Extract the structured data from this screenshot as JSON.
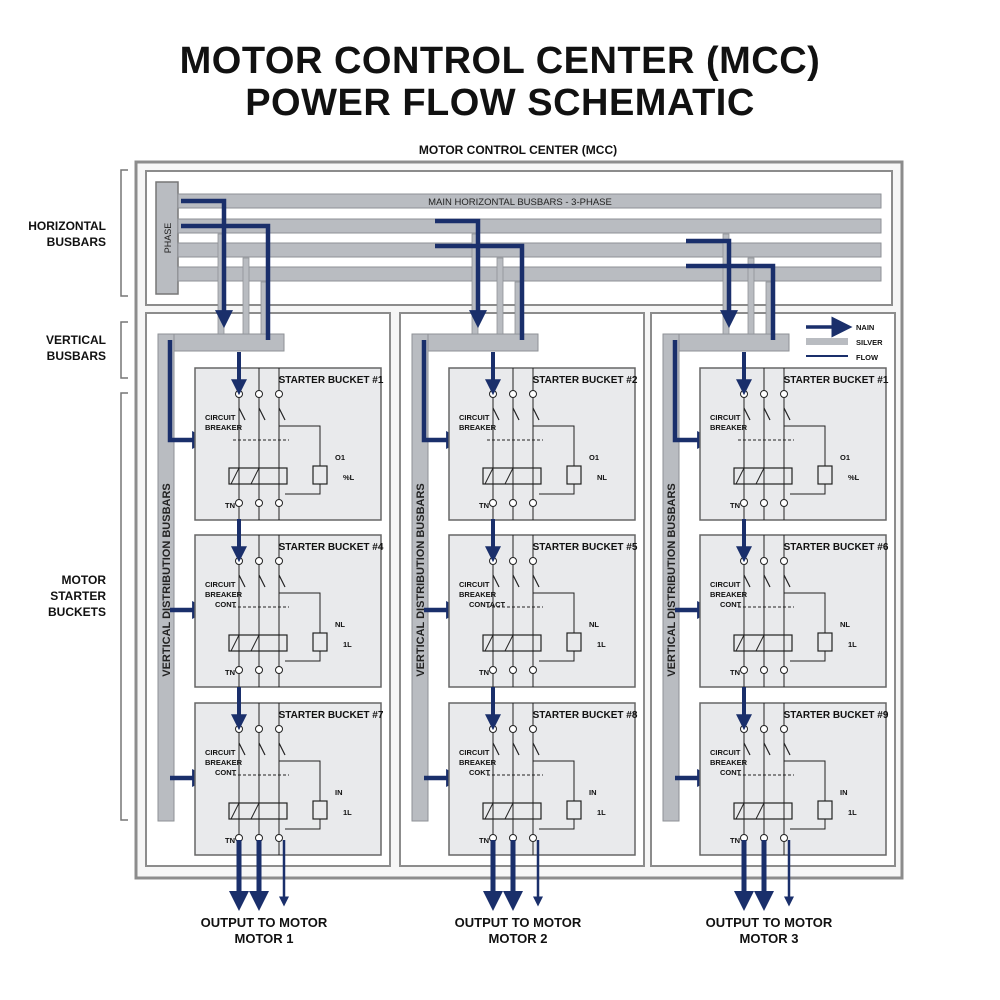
{
  "title_line1": "MOTOR CONTROL CENTER (MCC)",
  "title_line2": "POWER FLOW SCHEMATIC",
  "enclosure_label": "MOTOR CONTROL CENTER (MCC)",
  "busbar_label": "MAIN HORIZONTAL BUSBARS - 3-PHASE",
  "phase_label": "PHASE",
  "side_labels": {
    "horizontal": [
      "HORIZONTAL",
      "BUSBARS"
    ],
    "vertical": [
      "VERTICAL",
      "BUSBARS"
    ],
    "buckets": [
      "MOTOR",
      "STARTER",
      "BUCKETS"
    ]
  },
  "vertical_distribution_label": "VERTICAL DISTRIBUTION BUSBARS",
  "legend": [
    "NAIN",
    "SILVER",
    "FLOW"
  ],
  "colors": {
    "main_flow": "#1a2f6b",
    "silver": "#b9bcc1",
    "bucket_fill": "#e9eaec",
    "frame": "#8c8c8c"
  },
  "columns": [
    {
      "buckets": [
        {
          "title": "STARTER BUCKET #1",
          "l1": "CIRCUIT",
          "l2": "BREAKER",
          "tn": "TN",
          "r1": "O1",
          "r2": "%L"
        },
        {
          "title": "STARTER BUCKET #4",
          "l1": "CIRCUIT",
          "l2": "BREAKER",
          "cont": "CONT",
          "tn": "TN",
          "r1": "NL",
          "r2": "1L"
        },
        {
          "title": "STARTER BUCKET #7",
          "l1": "CIRCUIT",
          "l2": "BREAKER",
          "cont": "CONT",
          "tn": "TN",
          "r1": "IN",
          "r2": "1L"
        }
      ],
      "output": [
        "OUTPUT TO MOTOR",
        "MOTOR 1"
      ]
    },
    {
      "buckets": [
        {
          "title": "STARTER BUCKET #2",
          "l1": "CIRCUIT",
          "l2": "BREAKER",
          "tn": "TN",
          "r1": "O1",
          "r2": "NL"
        },
        {
          "title": "STARTER BUCKET #5",
          "l1": "CIRCUIT",
          "l2": "BREAKER",
          "cont": "CONTACT",
          "tn": "TN",
          "r1": "NL",
          "r2": "1L"
        },
        {
          "title": "STARTER BUCKET #8",
          "l1": "CIRCUIT",
          "l2": "BREAKER",
          "cont": "COKT",
          "tn": "TN",
          "r1": "IN",
          "r2": "1L"
        }
      ],
      "output": [
        "OUTPUT TO MOTOR",
        "MOTOR 2"
      ]
    },
    {
      "buckets": [
        {
          "title": "STARTER BUCKET #1",
          "l1": "CIRCUIT",
          "l2": "BREAKER",
          "tn": "TN",
          "r1": "O1",
          "r2": "%L"
        },
        {
          "title": "STARTER BUCKET #6",
          "l1": "CIRCUIT",
          "l2": "BREAKER",
          "cont": "CONT",
          "tn": "TN",
          "r1": "NL",
          "r2": "1L"
        },
        {
          "title": "STARTER BUCKET #9",
          "l1": "CIRCUIT",
          "l2": "BREAKER",
          "cont": "CONT",
          "tn": "TN",
          "r1": "IN",
          "r2": "1L"
        }
      ],
      "output": [
        "OUTPUT TO MOTOR",
        "MOTOR 3"
      ]
    }
  ]
}
